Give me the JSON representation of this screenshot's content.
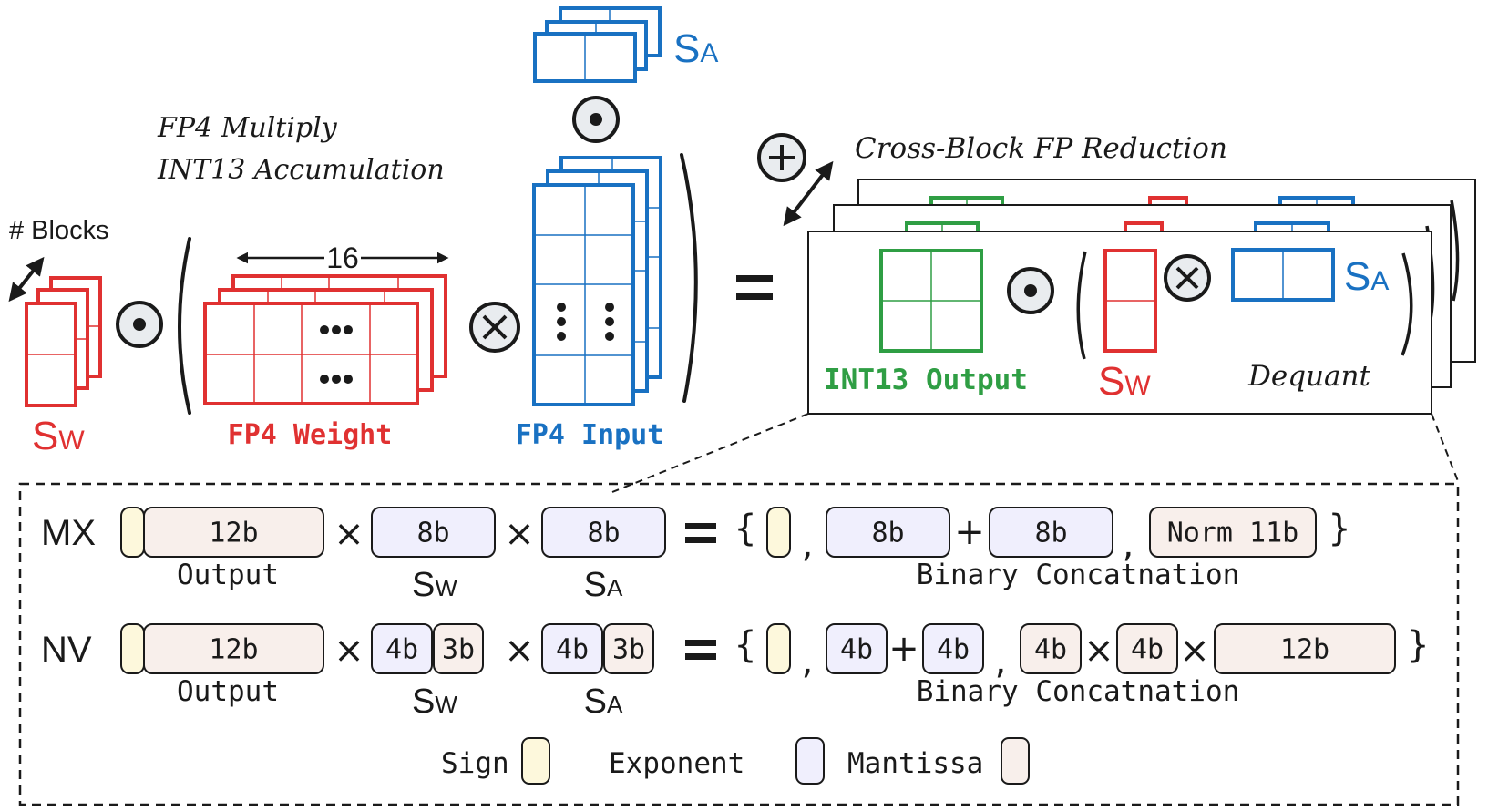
{
  "colors": {
    "red": "#e03131",
    "blue": "#1971c2",
    "green": "#2f9e44",
    "black": "#1a1a1a",
    "operator_fill": "#e9ecef",
    "sign_fill": "#fdf8dc",
    "exponent_fill": "#f0effd",
    "mantissa_fill": "#f8efeb"
  },
  "top": {
    "blocks_label": "# Blocks",
    "sw_label": "S",
    "sw_sub": "W",
    "sa_label": "S",
    "sa_sub": "A",
    "note_line1": "FP4 Multiply",
    "note_line2": "INT13 Accumulation",
    "width_label": "16",
    "weight_label": "FP4 Weight",
    "input_label": "FP4 Input",
    "equals": "=",
    "reduction_label": "Cross-Block FP Reduction",
    "int13_output_label": "INT13 Output",
    "dequant_label": "Dequant",
    "ops": {
      "elementwise": "dot-product-operator-icon",
      "matmul": "times-operator-icon",
      "sum": "plus-operator-icon"
    }
  },
  "detail": {
    "rows": [
      {
        "name": "MX",
        "output_bits": "12b",
        "output_label": "Output",
        "sw_parts": [
          "8b"
        ],
        "sa_parts": [
          "8b"
        ],
        "sw_label": "S",
        "sw_sub": "W",
        "sa_label": "S",
        "sa_sub": "A",
        "result_exponent": [
          "8b",
          "8b"
        ],
        "result_mantissa": [
          "Norm 11b"
        ],
        "concat_label": "Binary Concatnation"
      },
      {
        "name": "NV",
        "output_bits": "12b",
        "output_label": "Output",
        "sw_parts": [
          "4b",
          "3b"
        ],
        "sa_parts": [
          "4b",
          "3b"
        ],
        "sw_label": "S",
        "sw_sub": "W",
        "sa_label": "S",
        "sa_sub": "A",
        "result_exponent": [
          "4b",
          "4b"
        ],
        "result_mantissa": [
          "4b",
          "4b",
          "12b"
        ],
        "concat_label": "Binary Concatnation"
      }
    ],
    "operators": {
      "times": "×",
      "plus": "+",
      "equals": "=",
      "comma": ",",
      "open_brace": "{",
      "close_brace": "}"
    },
    "legend": [
      {
        "label": "Sign",
        "kind": "sign"
      },
      {
        "label": "Exponent",
        "kind": "exponent"
      },
      {
        "label": "Mantissa",
        "kind": "mantissa"
      }
    ]
  }
}
